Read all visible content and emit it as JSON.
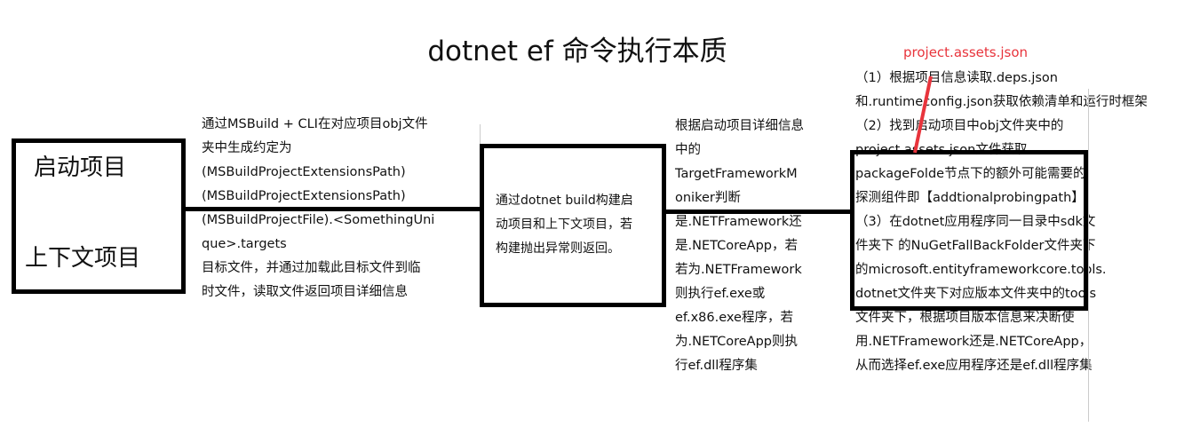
{
  "title": "dotnet ef 命令执行本质",
  "box1": {
    "labels": [
      "启动项目",
      "上下文项目"
    ]
  },
  "step1_text": [
    "通过MSBuild + CLI在对应项目obj文件",
    "夹中生成约定为",
    "(MSBuildProjectExtensionsPath)",
    "(MSBuildProjectExtensionsPath)",
    "(MSBuildProjectFile).<SomethingUni",
    "que>.targets",
    "目标文件，并通过加载此目标文件到临",
    "时文件，读取文件返回项目详细信息"
  ],
  "box2_text": [
    "通过dotnet build构建启",
    "动项目和上下文项目，若",
    "构建抛出异常则返回。"
  ],
  "step2_text": [
    "根据启动项目详细信息",
    "中的",
    "TargetFrameworkM",
    "oniker判断",
    "是.NETFramework还",
    "是.NETCoreApp，若",
    "若为.NETFramework",
    "则执行ef.exe或",
    "ef.x86.exe程序，若",
    "为.NETCoreApp则执",
    "行ef.dll程序集"
  ],
  "annotation": {
    "label": "project.assets.json",
    "color": "#e8343c"
  },
  "step3_text": [
    "（1）根据项目信息读取.deps.json",
    "和.runtimeconfig.json获取依赖清单和运行时框架",
    "（2）找到启动项目中obj文件夹中的",
    "project.assets.json文件获取",
    "packageFolde节点下的额外可能需要的",
    "探测组件即【addtionalprobingpath】",
    "（3）在dotnet应用程序同一目录中sdk文",
    "件夹下 的NuGetFallBackFolder文件夹下",
    "的microsoft.entityframeworkcore.tools.",
    "dotnet文件夹下对应版本文件夹中的tools",
    "文件夹下，根据项目版本信息来决断使",
    "用.NETFramework还是.NETCoreApp，",
    "从而选择ef.exe应用程序还是ef.dll程序集"
  ]
}
